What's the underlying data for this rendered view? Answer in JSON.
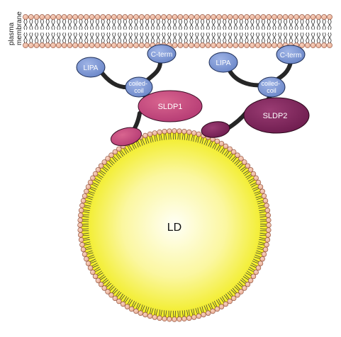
{
  "membrane_label": [
    "plasma",
    "membrane"
  ],
  "droplet_label": "LD",
  "colors": {
    "lipid_head": "#e8a98e",
    "lipid_head_stroke": "#8a4a36",
    "tail": "#333333",
    "ld_core": "#f1ec1c",
    "ld_center": "#fffff6",
    "domain_blue": "#6783c6",
    "sldp1": "#b23872",
    "sldp2": "#6b1a4c",
    "tether": "#262626"
  },
  "proteins": [
    {
      "id": "sldp1",
      "name": "SLDP1",
      "lipa": "LIPA",
      "c_term": "C-term",
      "coiled_coil": [
        "coiled-",
        "coil"
      ]
    },
    {
      "id": "sldp2",
      "name": "SLDP2",
      "lipa": "LIPA",
      "c_term": "C-term",
      "coiled_coil": [
        "coiled-",
        "coil"
      ]
    }
  ]
}
